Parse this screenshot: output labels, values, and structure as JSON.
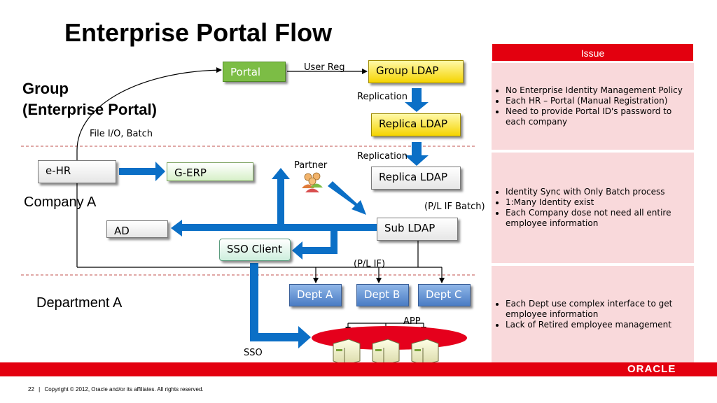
{
  "title": "Enterprise Portal Flow",
  "group_label": {
    "line1": "Group",
    "line2": "(Enterprise Portal)"
  },
  "zones": {
    "company": "Company A",
    "department": "Department A"
  },
  "boxes": {
    "portal": "Portal",
    "group_ldap": "Group LDAP",
    "replica_ldap_1": "Replica LDAP",
    "replica_ldap_2": "Replica LDAP",
    "ehr": "e-HR",
    "gerp": "G-ERP",
    "ad": "AD",
    "sub_ldap": "Sub LDAP",
    "sso_client": "SSO Client",
    "dept_a": "Dept A",
    "dept_b": "Dept B",
    "dept_c": "Dept C"
  },
  "labels": {
    "user_reg": "User Reg",
    "replication_1": "Replication",
    "replication_2": "Replication",
    "file_io": "File I/O, Batch",
    "partner": "Partner",
    "pl_if_batch": "(P/L IF Batch)",
    "pl_if": "(P/L IF)",
    "app": "APP",
    "sso": "SSO"
  },
  "issue": {
    "header": "Issue",
    "rows": [
      [
        "No Enterprise Identity Management Policy",
        "Each HR – Portal (Manual Registration)",
        "Need to provide Portal ID's password to each company"
      ],
      [
        "Identity Sync with Only Batch process",
        "1:Many Identity exist",
        "Each Company dose not need all entire employee information"
      ],
      [
        "Each Dept use complex interface to get employee information",
        "Lack of Retired employee management"
      ]
    ]
  },
  "brand": "ORACLE",
  "footer": {
    "page": "22",
    "copyright": "Copyright © 2012, Oracle and/or its affiliates. All rights reserved."
  },
  "colors": {
    "accent_red": "#e3000f",
    "arrow_blue": "#0b6fc6",
    "issue_bg": "#f9d9db"
  }
}
